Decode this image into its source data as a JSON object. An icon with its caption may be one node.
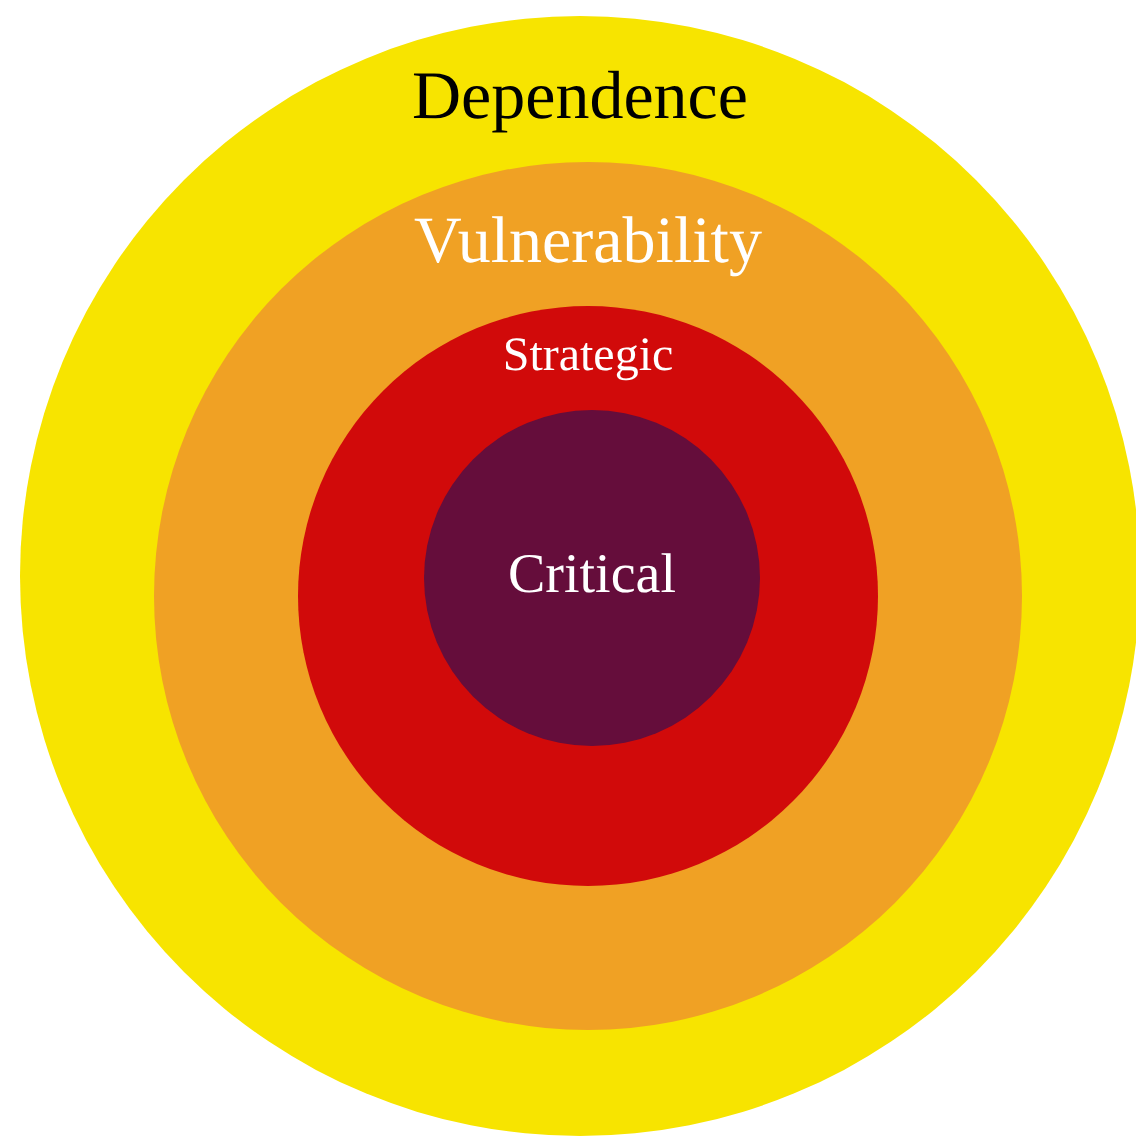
{
  "diagram": {
    "nodes": [
      {
        "text": [
          "Dependence"
        ]
      },
      {
        "text": [
          "Vulnerability"
        ],
        "in": 0
      },
      {
        "text": [
          "Strategic"
        ],
        "in": 1
      },
      {
        "text": [
          "Critical"
        ],
        "in": 2
      }
    ]
  }
}
